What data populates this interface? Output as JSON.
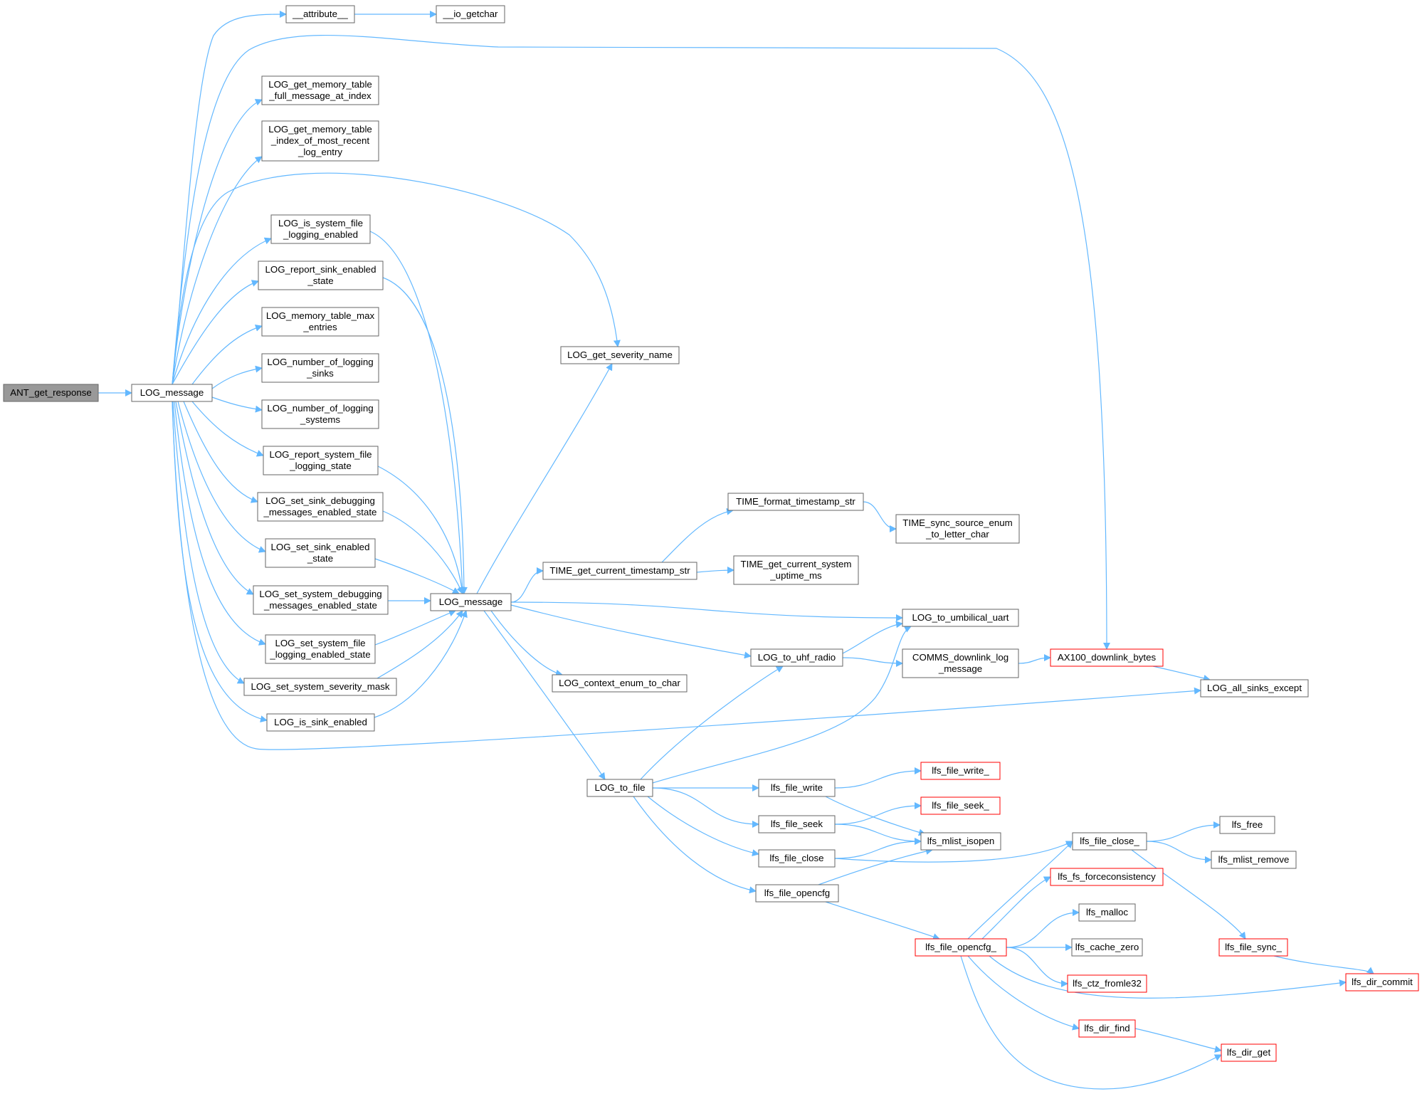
{
  "colors": {
    "edge": "#63b8ff",
    "node_border": "#666666",
    "node_fill": "#ffffff",
    "root_fill": "#999999",
    "truncated_border": "#ff0000"
  },
  "nodes": [
    {
      "id": "ant_get_response",
      "lines": [
        "ANT_get_response"
      ],
      "kind": "root"
    },
    {
      "id": "log_message_a",
      "lines": [
        "LOG_message"
      ],
      "kind": "normal"
    },
    {
      "id": "attribute",
      "lines": [
        "__attribute__"
      ],
      "kind": "normal"
    },
    {
      "id": "io_getchar",
      "lines": [
        "__io_getchar"
      ],
      "kind": "normal"
    },
    {
      "id": "log_get_memory_full",
      "lines": [
        "LOG_get_memory_table",
        "_full_message_at_index"
      ],
      "kind": "normal"
    },
    {
      "id": "log_get_memory_index",
      "lines": [
        "LOG_get_memory_table",
        "_index_of_most_recent",
        "_log_entry"
      ],
      "kind": "normal"
    },
    {
      "id": "log_is_system_file",
      "lines": [
        "LOG_is_system_file",
        "_logging_enabled"
      ],
      "kind": "normal"
    },
    {
      "id": "log_report_sink",
      "lines": [
        "LOG_report_sink_enabled",
        "_state"
      ],
      "kind": "normal"
    },
    {
      "id": "log_memory_table_max",
      "lines": [
        "LOG_memory_table_max",
        "_entries"
      ],
      "kind": "normal"
    },
    {
      "id": "log_number_sinks",
      "lines": [
        "LOG_number_of_logging",
        "_sinks"
      ],
      "kind": "normal"
    },
    {
      "id": "log_number_systems",
      "lines": [
        "LOG_number_of_logging",
        "_systems"
      ],
      "kind": "normal"
    },
    {
      "id": "log_report_system_file",
      "lines": [
        "LOG_report_system_file",
        "_logging_state"
      ],
      "kind": "normal"
    },
    {
      "id": "log_set_sink_debug",
      "lines": [
        "LOG_set_sink_debugging",
        "_messages_enabled_state"
      ],
      "kind": "normal"
    },
    {
      "id": "log_set_sink_enabled",
      "lines": [
        "LOG_set_sink_enabled",
        "_state"
      ],
      "kind": "normal"
    },
    {
      "id": "log_set_system_debug",
      "lines": [
        "LOG_set_system_debugging",
        "_messages_enabled_state"
      ],
      "kind": "normal"
    },
    {
      "id": "log_set_system_file",
      "lines": [
        "LOG_set_system_file",
        "_logging_enabled_state"
      ],
      "kind": "normal"
    },
    {
      "id": "log_set_system_severity",
      "lines": [
        "LOG_set_system_severity_mask"
      ],
      "kind": "normal"
    },
    {
      "id": "log_is_sink_enabled",
      "lines": [
        "LOG_is_sink_enabled"
      ],
      "kind": "normal"
    },
    {
      "id": "log_get_severity_name",
      "lines": [
        "LOG_get_severity_name"
      ],
      "kind": "normal"
    },
    {
      "id": "log_message_b",
      "lines": [
        "LOG_message"
      ],
      "kind": "normal"
    },
    {
      "id": "time_get_current_timestamp",
      "lines": [
        "TIME_get_current_timestamp_str"
      ],
      "kind": "normal"
    },
    {
      "id": "time_format_timestamp",
      "lines": [
        "TIME_format_timestamp_str"
      ],
      "kind": "normal"
    },
    {
      "id": "time_sync_source",
      "lines": [
        "TIME_sync_source_enum",
        "_to_letter_char"
      ],
      "kind": "normal"
    },
    {
      "id": "time_get_uptime",
      "lines": [
        "TIME_get_current_system",
        "_uptime_ms"
      ],
      "kind": "normal"
    },
    {
      "id": "log_to_umbilical",
      "lines": [
        "LOG_to_umbilical_uart"
      ],
      "kind": "normal"
    },
    {
      "id": "log_to_uhf",
      "lines": [
        "LOG_to_uhf_radio"
      ],
      "kind": "normal"
    },
    {
      "id": "comms_downlink",
      "lines": [
        "COMMS_downlink_log",
        "_message"
      ],
      "kind": "normal"
    },
    {
      "id": "ax100_downlink",
      "lines": [
        "AX100_downlink_bytes"
      ],
      "kind": "truncated"
    },
    {
      "id": "log_all_sinks_except",
      "lines": [
        "LOG_all_sinks_except"
      ],
      "kind": "normal"
    },
    {
      "id": "log_context_enum",
      "lines": [
        "LOG_context_enum_to_char"
      ],
      "kind": "normal"
    },
    {
      "id": "log_to_file",
      "lines": [
        "LOG_to_file"
      ],
      "kind": "normal"
    },
    {
      "id": "lfs_file_write",
      "lines": [
        "lfs_file_write"
      ],
      "kind": "normal"
    },
    {
      "id": "lfs_file_write_",
      "lines": [
        "lfs_file_write_"
      ],
      "kind": "truncated"
    },
    {
      "id": "lfs_file_seek",
      "lines": [
        "lfs_file_seek"
      ],
      "kind": "normal"
    },
    {
      "id": "lfs_file_seek_",
      "lines": [
        "lfs_file_seek_"
      ],
      "kind": "truncated"
    },
    {
      "id": "lfs_mlist_isopen",
      "lines": [
        "lfs_mlist_isopen"
      ],
      "kind": "normal"
    },
    {
      "id": "lfs_file_close",
      "lines": [
        "lfs_file_close"
      ],
      "kind": "normal"
    },
    {
      "id": "lfs_file_close_",
      "lines": [
        "lfs_file_close_"
      ],
      "kind": "normal"
    },
    {
      "id": "lfs_free",
      "lines": [
        "lfs_free"
      ],
      "kind": "normal"
    },
    {
      "id": "lfs_mlist_remove",
      "lines": [
        "lfs_mlist_remove"
      ],
      "kind": "normal"
    },
    {
      "id": "lfs_file_opencfg",
      "lines": [
        "lfs_file_opencfg"
      ],
      "kind": "normal"
    },
    {
      "id": "lfs_fs_forceconsistency",
      "lines": [
        "lfs_fs_forceconsistency"
      ],
      "kind": "truncated"
    },
    {
      "id": "lfs_malloc",
      "lines": [
        "lfs_malloc"
      ],
      "kind": "normal"
    },
    {
      "id": "lfs_file_sync_",
      "lines": [
        "lfs_file_sync_"
      ],
      "kind": "truncated"
    },
    {
      "id": "lfs_file_opencfg_",
      "lines": [
        "lfs_file_opencfg_"
      ],
      "kind": "truncated"
    },
    {
      "id": "lfs_cache_zero",
      "lines": [
        "lfs_cache_zero"
      ],
      "kind": "normal"
    },
    {
      "id": "lfs_ctz_fromle32",
      "lines": [
        "lfs_ctz_fromle32"
      ],
      "kind": "truncated"
    },
    {
      "id": "lfs_dir_commit",
      "lines": [
        "lfs_dir_commit"
      ],
      "kind": "truncated"
    },
    {
      "id": "lfs_dir_find",
      "lines": [
        "lfs_dir_find"
      ],
      "kind": "truncated"
    },
    {
      "id": "lfs_dir_get",
      "lines": [
        "lfs_dir_get"
      ],
      "kind": "truncated"
    }
  ],
  "edges": [
    [
      "ant_get_response",
      "log_message_a"
    ],
    [
      "log_message_a",
      "attribute"
    ],
    [
      "attribute",
      "io_getchar"
    ],
    [
      "log_message_a",
      "ax100_downlink"
    ],
    [
      "log_message_a",
      "log_get_memory_full"
    ],
    [
      "log_message_a",
      "log_get_memory_index"
    ],
    [
      "log_message_a",
      "log_get_severity_name"
    ],
    [
      "log_message_a",
      "log_is_system_file"
    ],
    [
      "log_message_a",
      "log_report_sink"
    ],
    [
      "log_message_a",
      "log_memory_table_max"
    ],
    [
      "log_message_a",
      "log_number_sinks"
    ],
    [
      "log_message_a",
      "log_number_systems"
    ],
    [
      "log_message_a",
      "log_report_system_file"
    ],
    [
      "log_message_a",
      "log_set_sink_debug"
    ],
    [
      "log_message_a",
      "log_set_sink_enabled"
    ],
    [
      "log_message_a",
      "log_set_system_debug"
    ],
    [
      "log_message_a",
      "log_set_system_file"
    ],
    [
      "log_message_a",
      "log_set_system_severity"
    ],
    [
      "log_message_a",
      "log_is_sink_enabled"
    ],
    [
      "log_message_a",
      "log_all_sinks_except"
    ],
    [
      "log_is_system_file",
      "log_message_b"
    ],
    [
      "log_report_sink",
      "log_message_b"
    ],
    [
      "log_report_system_file",
      "log_message_b"
    ],
    [
      "log_set_sink_debug",
      "log_message_b"
    ],
    [
      "log_set_sink_enabled",
      "log_message_b"
    ],
    [
      "log_set_system_debug",
      "log_message_b"
    ],
    [
      "log_set_system_file",
      "log_message_b"
    ],
    [
      "log_set_system_severity",
      "log_message_b"
    ],
    [
      "log_is_sink_enabled",
      "log_message_b"
    ],
    [
      "log_message_b",
      "log_get_severity_name"
    ],
    [
      "log_message_b",
      "time_get_current_timestamp"
    ],
    [
      "log_message_b",
      "log_to_umbilical"
    ],
    [
      "log_message_b",
      "log_to_uhf"
    ],
    [
      "log_message_b",
      "log_context_enum"
    ],
    [
      "log_message_b",
      "log_to_file"
    ],
    [
      "time_get_current_timestamp",
      "time_format_timestamp"
    ],
    [
      "time_get_current_timestamp",
      "time_get_uptime"
    ],
    [
      "time_format_timestamp",
      "time_sync_source"
    ],
    [
      "log_to_uhf",
      "log_to_umbilical"
    ],
    [
      "log_to_uhf",
      "comms_downlink"
    ],
    [
      "comms_downlink",
      "ax100_downlink"
    ],
    [
      "ax100_downlink",
      "log_all_sinks_except"
    ],
    [
      "log_to_file",
      "log_to_umbilical"
    ],
    [
      "log_to_file",
      "log_to_uhf"
    ],
    [
      "log_to_file",
      "lfs_file_write"
    ],
    [
      "log_to_file",
      "lfs_file_seek"
    ],
    [
      "log_to_file",
      "lfs_file_close"
    ],
    [
      "log_to_file",
      "lfs_file_opencfg"
    ],
    [
      "lfs_file_write",
      "lfs_file_write_"
    ],
    [
      "lfs_file_write",
      "lfs_mlist_isopen"
    ],
    [
      "lfs_file_seek",
      "lfs_file_seek_"
    ],
    [
      "lfs_file_seek",
      "lfs_mlist_isopen"
    ],
    [
      "lfs_file_close",
      "lfs_mlist_isopen"
    ],
    [
      "lfs_file_close",
      "lfs_file_close_"
    ],
    [
      "lfs_file_opencfg",
      "lfs_mlist_isopen"
    ],
    [
      "lfs_file_opencfg",
      "lfs_file_opencfg_"
    ],
    [
      "lfs_file_close_",
      "lfs_free"
    ],
    [
      "lfs_file_close_",
      "lfs_mlist_remove"
    ],
    [
      "lfs_file_close_",
      "lfs_file_sync_"
    ],
    [
      "lfs_file_sync_",
      "lfs_dir_commit"
    ],
    [
      "lfs_file_opencfg_",
      "lfs_file_close_"
    ],
    [
      "lfs_file_opencfg_",
      "lfs_fs_forceconsistency"
    ],
    [
      "lfs_file_opencfg_",
      "lfs_malloc"
    ],
    [
      "lfs_file_opencfg_",
      "lfs_cache_zero"
    ],
    [
      "lfs_file_opencfg_",
      "lfs_ctz_fromle32"
    ],
    [
      "lfs_file_opencfg_",
      "lfs_dir_commit"
    ],
    [
      "lfs_file_opencfg_",
      "lfs_dir_find"
    ],
    [
      "lfs_file_opencfg_",
      "lfs_dir_get"
    ],
    [
      "lfs_dir_find",
      "lfs_dir_get"
    ]
  ]
}
